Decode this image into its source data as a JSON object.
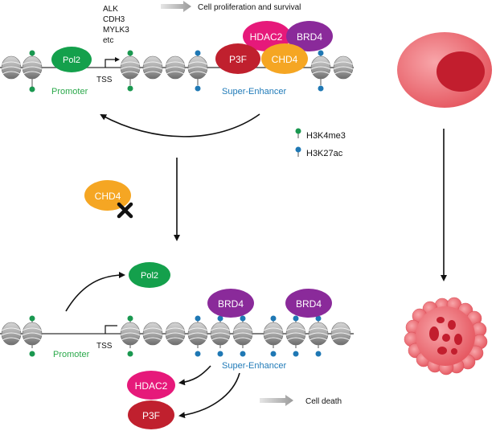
{
  "genes": [
    "ALK",
    "CDH3",
    "MYLK3",
    "etc"
  ],
  "outcomes": {
    "top": "Cell proliferation and survival",
    "bottom": "Cell death"
  },
  "labels": {
    "tss": "TSS",
    "promoter": "Promoter",
    "super_enhancer": "Super-Enhancer"
  },
  "proteins": {
    "pol2": "Pol2",
    "hdac2": "HDAC2",
    "brd4": "BRD4",
    "p3f": "P3F",
    "chd4": "CHD4"
  },
  "legend": [
    {
      "label": "H3K4me3",
      "color": "#1a9850"
    },
    {
      "label": "H3K27ac",
      "color": "#1f78b4"
    }
  ],
  "colors": {
    "pol2": "#14a04c",
    "hdac2": "#e6197a",
    "brd4": "#8a2a9a",
    "p3f": "#c0202e",
    "chd4": "#f5a623",
    "promoter_text": "#2aa84a",
    "enhancer_text": "#1f7ab8",
    "nucleosome": "#9a9a9a",
    "cell": "#f07a80",
    "nucleus": "#c21e2e"
  }
}
